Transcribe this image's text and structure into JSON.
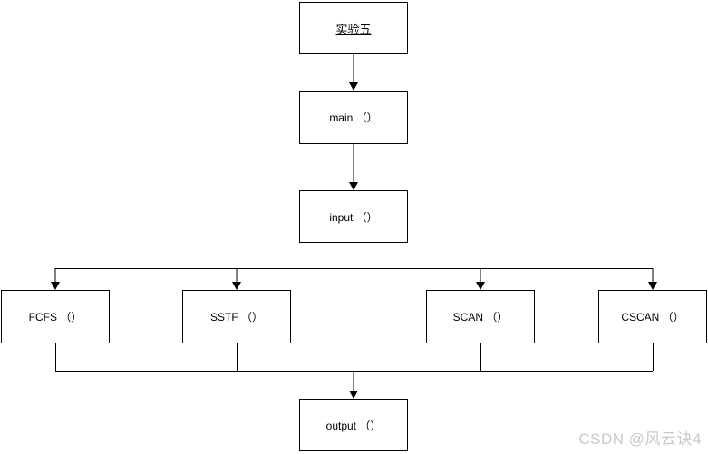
{
  "page": {
    "background": "#ffffff"
  },
  "diagram": {
    "type": "flowchart",
    "line_color": "#000000",
    "node_border_color": "#000000",
    "node_fill": "#ffffff",
    "text_color": "#000000",
    "nodes": {
      "title": {
        "label": "实验五",
        "underlined": true
      },
      "main": {
        "label": "main （）"
      },
      "input": {
        "label": "input （）"
      },
      "fcfs": {
        "label": "FCFS （）"
      },
      "sstf": {
        "label": "SSTF （）"
      },
      "scan": {
        "label": "SCAN （）"
      },
      "cscan": {
        "label": "CSCAN （）"
      },
      "output": {
        "label": "output （）"
      }
    },
    "edges": [
      {
        "from": "title",
        "to": "main",
        "arrow": true
      },
      {
        "from": "main",
        "to": "input",
        "arrow": true
      },
      {
        "from": "input",
        "to": "fcfs",
        "arrow": true
      },
      {
        "from": "input",
        "to": "sstf",
        "arrow": true
      },
      {
        "from": "input",
        "to": "scan",
        "arrow": true
      },
      {
        "from": "input",
        "to": "cscan",
        "arrow": true
      },
      {
        "from": "fcfs",
        "to": "output",
        "arrow": true
      },
      {
        "from": "sstf",
        "to": "output",
        "arrow": true
      },
      {
        "from": "scan",
        "to": "output",
        "arrow": true
      },
      {
        "from": "cscan",
        "to": "output",
        "arrow": true
      }
    ]
  },
  "watermark": {
    "text": "CSDN @风云诀4",
    "color": "#c9c9c9"
  }
}
